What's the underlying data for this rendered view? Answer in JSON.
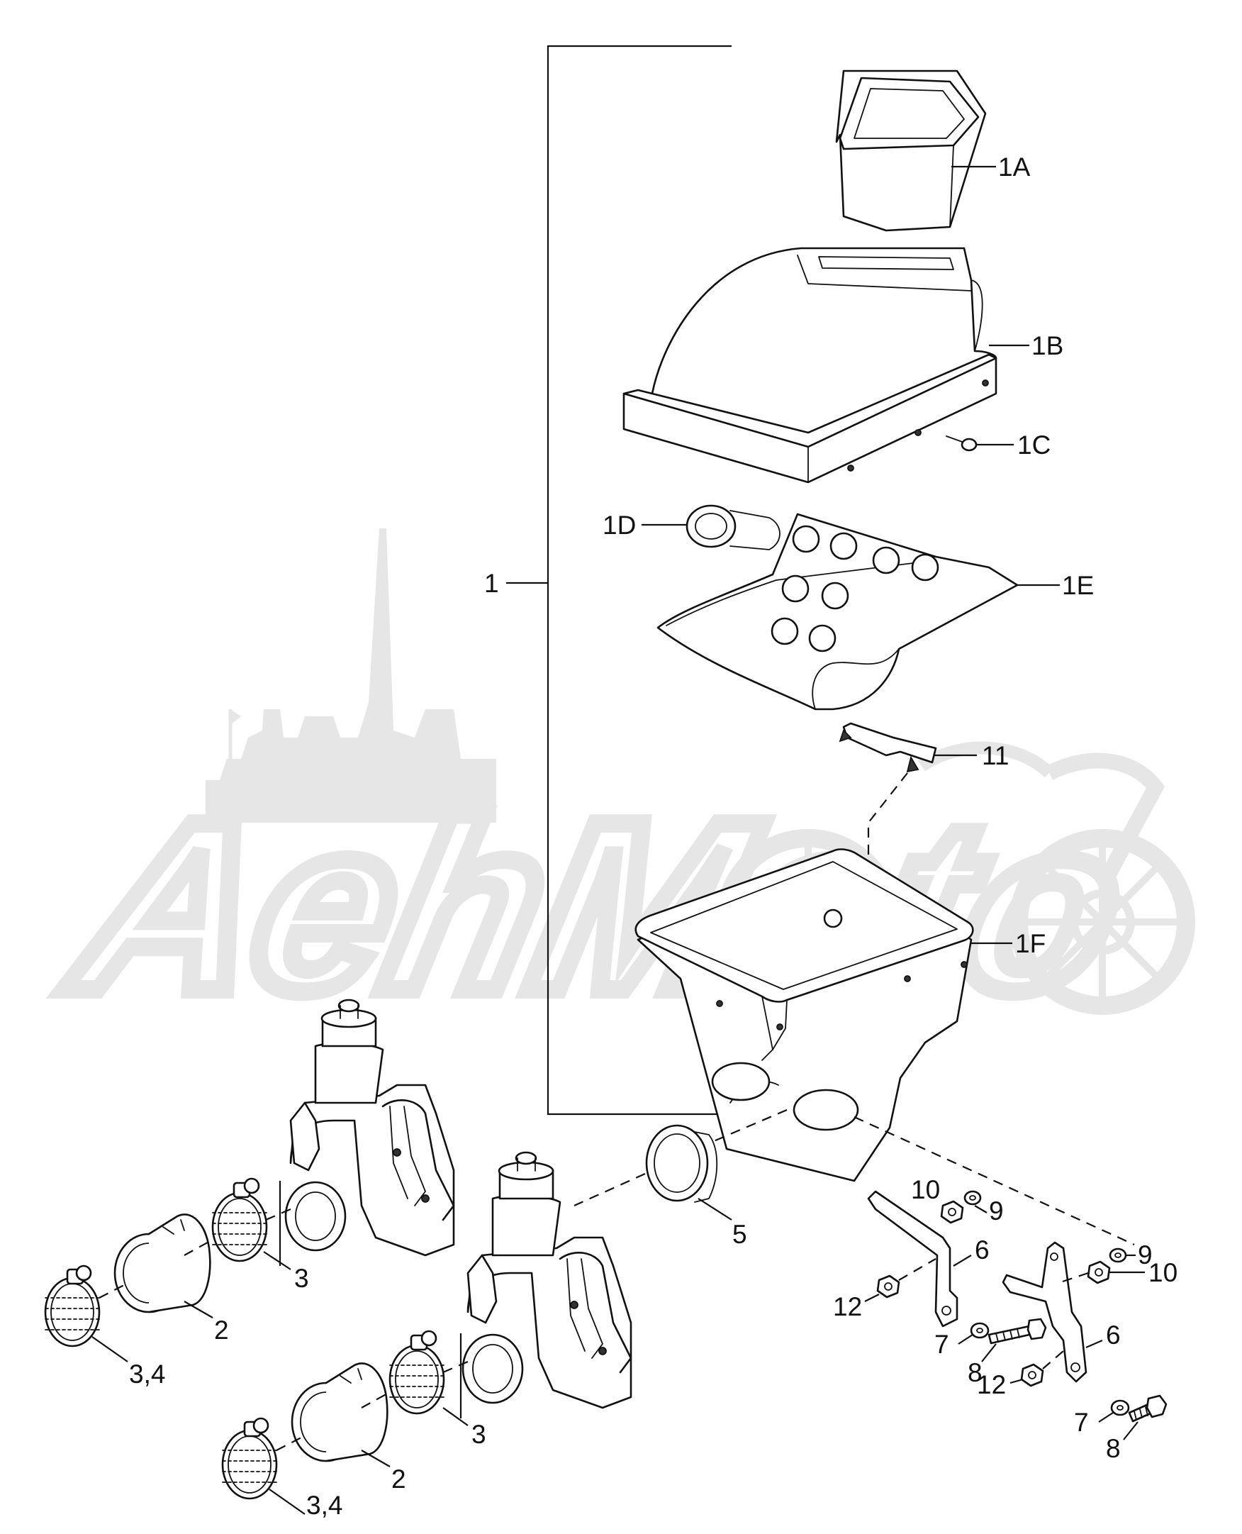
{
  "diagram": {
    "watermark_text": "AehMoto",
    "callouts": {
      "c1": "1",
      "c1A": "1A",
      "c1B": "1B",
      "c1C": "1C",
      "c1D": "1D",
      "c1E": "1E",
      "c1F": "1F",
      "c11": "11",
      "c2a": "2",
      "c2b": "2",
      "c3a": "3",
      "c3b": "3",
      "c34a": "3,4",
      "c34b": "3,4",
      "c5": "5",
      "c6a": "6",
      "c6b": "6",
      "c7a": "7",
      "c7b": "7",
      "c8a": "8",
      "c8b": "8",
      "c9a": "9",
      "c9b": "9",
      "c10a": "10",
      "c10b": "10",
      "c12a": "12",
      "c12b": "12"
    }
  }
}
